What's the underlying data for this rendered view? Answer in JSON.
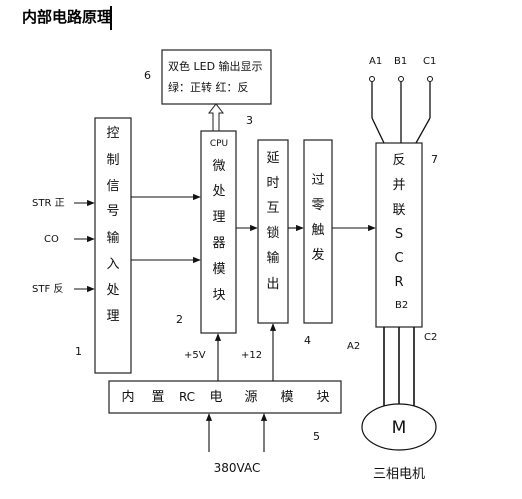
{
  "title": "内部电路原理",
  "led_display": {
    "line1": "双色 LED 输出显示",
    "line2": "绿：正转   红：反"
  },
  "inputs": {
    "str": "STR 正",
    "co": "CO",
    "stf": "STF 反"
  },
  "blocks": {
    "control_input": [
      "控",
      "制",
      "信",
      "号",
      "输",
      "入",
      "处",
      "理"
    ],
    "cpu_label": "CPU",
    "cpu": [
      "微",
      "处",
      "理",
      "器",
      "模",
      "块"
    ],
    "interlock": [
      "延",
      "时",
      "互",
      "锁",
      "输",
      "出"
    ],
    "zero_cross": [
      "过",
      "零",
      "触",
      "发"
    ],
    "scr": [
      "反",
      "并",
      "联",
      "S",
      "C",
      "R"
    ],
    "power_supply": [
      "内",
      "置",
      "RC",
      "电",
      "源",
      "模",
      "块"
    ]
  },
  "numbers": {
    "n1": "1",
    "n2": "2",
    "n3": "3",
    "n4": "4",
    "n5": "5",
    "n6": "6",
    "n7": "7"
  },
  "voltages": {
    "plus5": "+5V",
    "plus12": "+12",
    "ac380": "380VAC"
  },
  "terminals": {
    "a1": "A1",
    "b1": "B1",
    "c1": "C1",
    "a2": "A2",
    "b2": "B2",
    "c2": "C2"
  },
  "motor": {
    "symbol": "M",
    "label": "三相电机"
  }
}
